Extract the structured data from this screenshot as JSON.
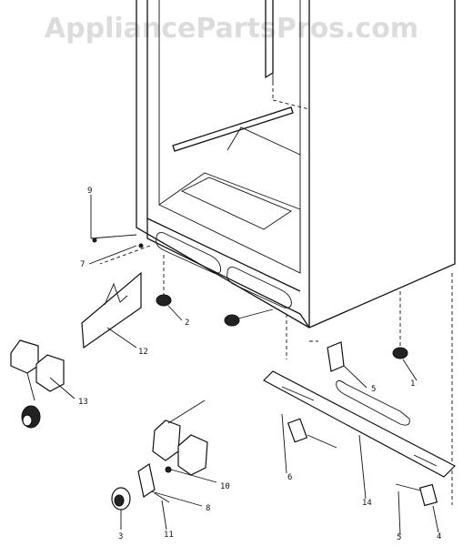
{
  "watermark": "AppliancePartsPros.com",
  "callouts": {
    "c1": "1",
    "c2": "2",
    "c3": "3",
    "c4": "4",
    "c5a": "5",
    "c5b": "5",
    "c6": "6",
    "c7": "7",
    "c8": "8",
    "c9": "9",
    "c10": "10",
    "c11": "11",
    "c12": "12",
    "c13": "13",
    "c14": "14"
  },
  "colors": {
    "ink": "#111111",
    "watermark": "#dcdcdc"
  }
}
